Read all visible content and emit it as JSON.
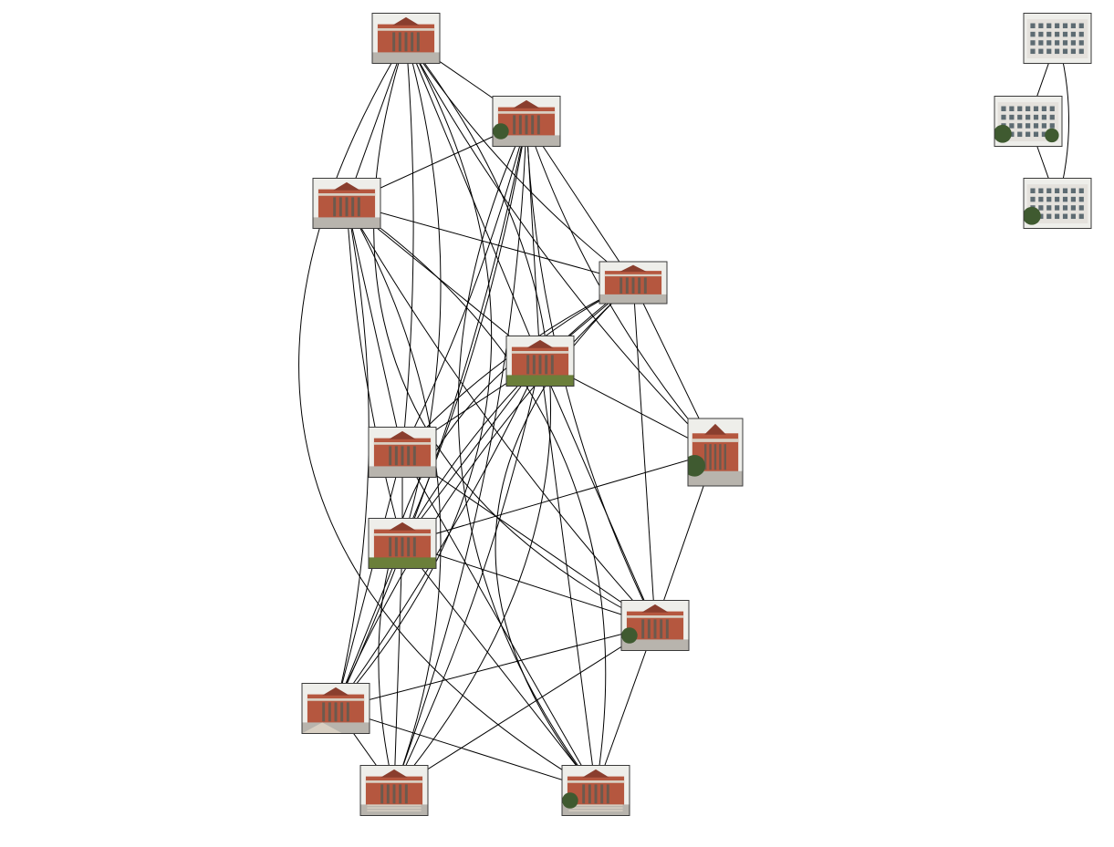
{
  "graph": {
    "edge_color": "#000000",
    "background": "#ffffff",
    "photo_palette": {
      "sky": "#eeeeea",
      "brick": "#b5573f",
      "brick_dark": "#8a3e2e",
      "stone": "#d8cfc2",
      "column": "#6b5a4e",
      "lawn": "#6b7f3a",
      "tree": "#3f5a30",
      "pavement": "#b8b4ad",
      "glass": "#5d6b72",
      "modern_wall": "#e4e1dc",
      "frame": "#3a3a3a"
    },
    "nodes": [
      {
        "id": "n1",
        "scene": "hall-front"
      },
      {
        "id": "n2",
        "scene": "hall-angle-tree"
      },
      {
        "id": "n3",
        "scene": "hall-two-wings"
      },
      {
        "id": "n4",
        "scene": "hall-wide"
      },
      {
        "id": "n5",
        "scene": "hall-lawn"
      },
      {
        "id": "n6",
        "scene": "hall-two-wings"
      },
      {
        "id": "n7",
        "scene": "hall-tower-tree"
      },
      {
        "id": "n8",
        "scene": "hall-lawn"
      },
      {
        "id": "n9",
        "scene": "hall-palm"
      },
      {
        "id": "n10",
        "scene": "hall-plaza"
      },
      {
        "id": "n11",
        "scene": "hall-steps"
      },
      {
        "id": "n12",
        "scene": "hall-steps-tree"
      },
      {
        "id": "m1",
        "scene": "modern-building"
      },
      {
        "id": "m2",
        "scene": "modern-building-trees"
      },
      {
        "id": "m3",
        "scene": "modern-building-tree"
      }
    ],
    "edges": [
      [
        "n1",
        "n2"
      ],
      [
        "n1",
        "n3"
      ],
      [
        "n1",
        "n4"
      ],
      [
        "n1",
        "n5"
      ],
      [
        "n1",
        "n6"
      ],
      [
        "n1",
        "n7"
      ],
      [
        "n1",
        "n8"
      ],
      [
        "n1",
        "n9"
      ],
      [
        "n1",
        "n10"
      ],
      [
        "n1",
        "n11"
      ],
      [
        "n1",
        "n12"
      ],
      [
        "n2",
        "n3"
      ],
      [
        "n2",
        "n4"
      ],
      [
        "n2",
        "n5"
      ],
      [
        "n2",
        "n6"
      ],
      [
        "n2",
        "n7"
      ],
      [
        "n2",
        "n8"
      ],
      [
        "n2",
        "n9"
      ],
      [
        "n2",
        "n10"
      ],
      [
        "n2",
        "n11"
      ],
      [
        "n2",
        "n12"
      ],
      [
        "n3",
        "n4"
      ],
      [
        "n3",
        "n5"
      ],
      [
        "n3",
        "n6"
      ],
      [
        "n3",
        "n8"
      ],
      [
        "n3",
        "n9"
      ],
      [
        "n3",
        "n10"
      ],
      [
        "n3",
        "n11"
      ],
      [
        "n3",
        "n12"
      ],
      [
        "n4",
        "n5"
      ],
      [
        "n4",
        "n6"
      ],
      [
        "n4",
        "n7"
      ],
      [
        "n4",
        "n8"
      ],
      [
        "n4",
        "n9"
      ],
      [
        "n4",
        "n10"
      ],
      [
        "n4",
        "n11"
      ],
      [
        "n4",
        "n12"
      ],
      [
        "n5",
        "n6"
      ],
      [
        "n5",
        "n7"
      ],
      [
        "n5",
        "n8"
      ],
      [
        "n5",
        "n9"
      ],
      [
        "n5",
        "n10"
      ],
      [
        "n5",
        "n11"
      ],
      [
        "n5",
        "n12"
      ],
      [
        "n6",
        "n8"
      ],
      [
        "n6",
        "n9"
      ],
      [
        "n6",
        "n10"
      ],
      [
        "n6",
        "n12"
      ],
      [
        "n7",
        "n8"
      ],
      [
        "n7",
        "n9"
      ],
      [
        "n8",
        "n9"
      ],
      [
        "n8",
        "n10"
      ],
      [
        "n8",
        "n11"
      ],
      [
        "n8",
        "n12"
      ],
      [
        "n9",
        "n10"
      ],
      [
        "n9",
        "n11"
      ],
      [
        "n9",
        "n12"
      ],
      [
        "n10",
        "n11"
      ],
      [
        "n10",
        "n12"
      ],
      [
        "m1",
        "m2"
      ],
      [
        "m1",
        "m3"
      ],
      [
        "m2",
        "m3"
      ]
    ]
  }
}
